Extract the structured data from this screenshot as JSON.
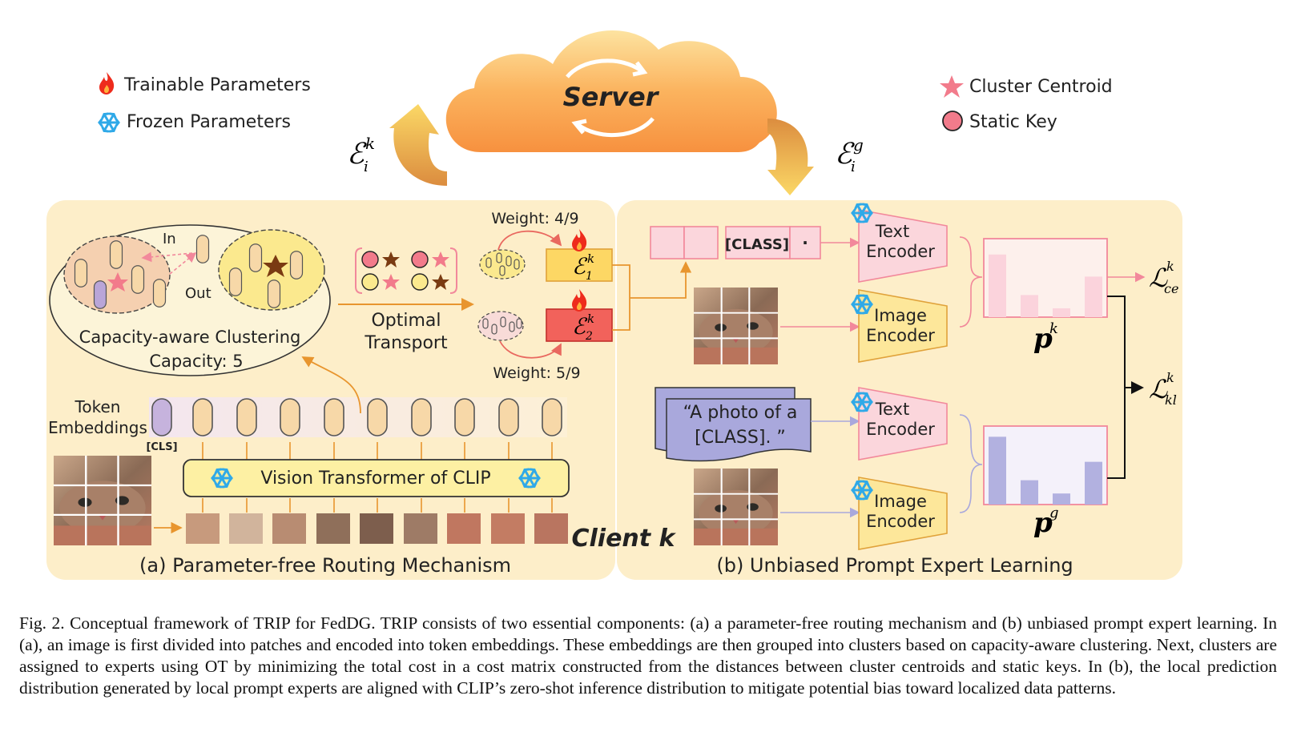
{
  "legend": {
    "trainable": "Trainable Parameters",
    "frozen": "Frozen Parameters",
    "centroid": "Cluster Centroid",
    "static_key": "Static Key"
  },
  "server": {
    "label": "Server",
    "upload_symbol": "ℰ",
    "upload_sup": "k",
    "upload_sub": "i",
    "download_symbol": "ℰ",
    "download_sup": "g",
    "download_sub": "i"
  },
  "client": {
    "title": "Client k",
    "clustering_title": "Capacity-aware Clustering",
    "capacity": "Capacity: 5",
    "in_label": "In",
    "out_label": "Out",
    "ot_line1": "Optimal",
    "ot_line2": "Transport",
    "weight_top": "Weight: 4/9",
    "weight_bottom": "Weight: 5/9",
    "expert1_sub": "1",
    "expert2_sub": "2",
    "expert_sup": "k",
    "token_line1": "Token",
    "token_line2": "Embeddings",
    "cls_tag": "[CLS]",
    "vit_label": "Vision Transformer of CLIP",
    "section_label": "(a) Parameter-free Routing Mechanism"
  },
  "prompt": {
    "class_token": "[CLASS]",
    "dot": "·",
    "text_encoder": [
      "Text",
      "Encoder"
    ],
    "image_encoder": [
      "Image",
      "Encoder"
    ],
    "template_line1": "“A photo of a",
    "template_line2": "[CLASS]. ”",
    "pk": "p",
    "pk_sup": "k",
    "pg": "p",
    "pg_sup": "g",
    "loss_ce": "ℒ",
    "loss_ce_sup": "k",
    "loss_ce_sub": "ce",
    "loss_kl": "ℒ",
    "loss_kl_sup": "k",
    "loss_kl_sub": "kl",
    "section_label": "(b) Unbiased Prompt Expert Learning"
  },
  "chart_data": [
    {
      "type": "bar",
      "series": [
        {
          "values": [
            0.85,
            0.3,
            0.12,
            0.55
          ]
        }
      ]
    },
    {
      "type": "bar",
      "series": [
        {
          "values": [
            0.92,
            0.33,
            0.15,
            0.58
          ]
        }
      ]
    }
  ],
  "caption": "Fig. 2.  Conceptual framework of TRIP for FedDG. TRIP consists of two essential components: (a) a parameter-free routing mechanism and (b) unbiased prompt expert learning. In (a), an image is first divided into patches and encoded into token embeddings. These embeddings are then grouped into clusters based on capacity-aware clustering. Next, clusters are assigned to experts using OT by minimizing the total cost in a cost matrix constructed from the distances between cluster centroids and static keys. In (b), the local prediction distribution generated by local prompt experts are aligned with CLIP’s zero-shot inference distribution to mitigate potential bias toward localized data patterns.",
  "colors": {
    "panel": "#fdeec9",
    "pink": "#f8a5b4",
    "purple": "#a9a8dc",
    "expert1": "#fdd764",
    "expert2": "#f2625b",
    "arrow": "#e8952e"
  }
}
